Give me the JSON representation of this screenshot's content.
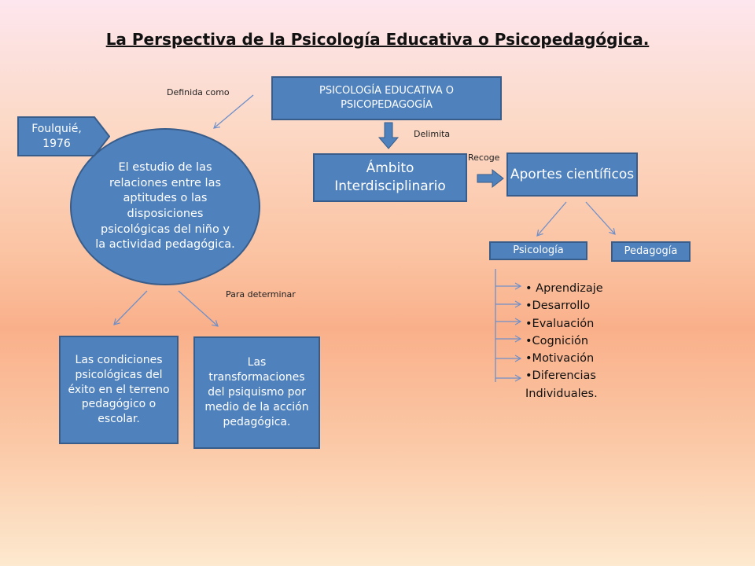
{
  "title": "La Perspectiva de la Psicología Educativa o Psicopedagógica.",
  "nodes": {
    "main": "PSICOLOGÍA EDUCATIVA O PSICOPEDAGOGÍA",
    "ambito": "Ámbito Interdisciplinario",
    "aportes": "Aportes científicos",
    "psicologia": "Psicología",
    "pedagogia": "Pedagogía",
    "definition": "El estudio de las relaciones entre las aptitudes o las disposiciones psicológicas del niño y la actividad pedagógica.",
    "author": "Foulquié, 1976",
    "condiciones": "Las condiciones psicológicas del éxito en el terreno pedagógico o escolar.",
    "transformaciones": "Las transformaciones del psiquismo por medio de la acción pedagógica."
  },
  "labels": {
    "definida": "Definida como",
    "delimita": "Delimita",
    "recoge": "Recoge",
    "para": "Para determinar"
  },
  "topics": [
    "• Aprendizaje",
    "•Desarrollo",
    "•Evaluación",
    "•Cognición",
    "•Motivación",
    "•Diferencias Individuales."
  ],
  "colors": {
    "box_fill": "#4f81bd",
    "box_border": "#385d8a",
    "connector": "#6f8fc9"
  }
}
